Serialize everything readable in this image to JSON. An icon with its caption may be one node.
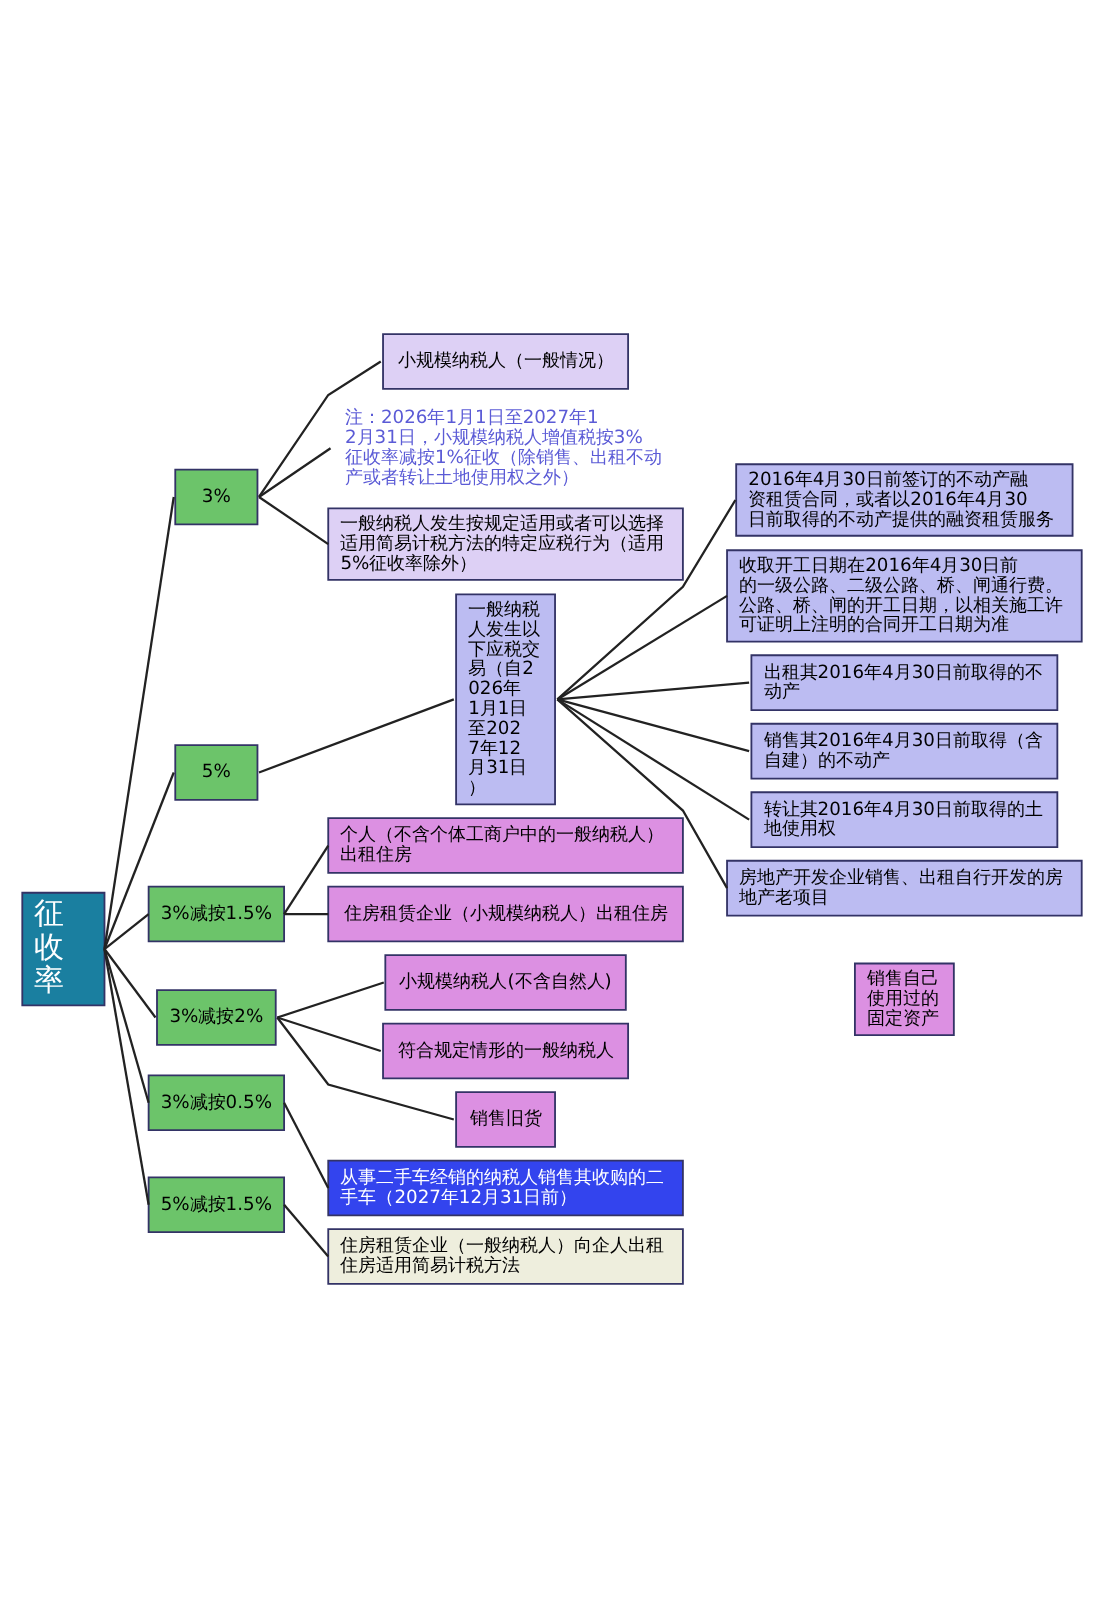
{
  "diagram": {
    "nodes": [
      {
        "text": [
          "征收率"
        ]
      },
      {
        "text": [
          "3%"
        ]
      },
      {
        "text": [
          "小规模纳税人（一般情况）"
        ]
      },
      {
        "text": [
          "注：2026年1月1日至2027年12月31日，小规模纳税人增值税按3%征收率减按1%征收（除销售、出租不动产或者转让土地使用权之外）"
        ]
      },
      {
        "text": [
          "一般纳税人发生按规定适用或者可以选择适用简易计税方法的特定应税行为（适用5%征收率除外）"
        ]
      },
      {
        "text": [
          "5%"
        ]
      },
      {
        "text": [
          "一般纳税人发生以下应税交易（自2026年1月1日至2027年12月31日）"
        ]
      },
      {
        "text": [
          "2016年4月30日前签订的不动产融资租赁合同，或者以2016年4月30日前取得的不动产提供的融资租赁服务"
        ]
      },
      {
        "text": [
          "收取开工日期在2016年4月30日前的一级公路、二级公路、桥、闸通行费。公路、桥、闸的开工日期，以相关施工许可证明上注明的合同开工日期为准"
        ]
      },
      {
        "text": [
          "出租其2016年4月30日前取得的不动产"
        ]
      },
      {
        "text": [
          "销售其2016年4月30日前取得（含自建）的不动产"
        ]
      },
      {
        "text": [
          "转让其2016年4月30日前取得的土地使用权"
        ]
      },
      {
        "text": [
          "房地产开发企业销售、出租自行开发的房地产老项目"
        ]
      },
      {
        "text": [
          "3%减按1.5%"
        ]
      },
      {
        "text": [
          "个人（不含个体工商户中的一般纳税人）出租住房"
        ]
      },
      {
        "text": [
          "住房租赁企业（小规模纳税人）出租住房"
        ]
      },
      {
        "text": [
          "3%减按2%"
        ]
      },
      {
        "text": [
          "小规模纳税人(不含自然人)"
        ]
      },
      {
        "text": [
          "符合规定情形的一般纳税人"
        ]
      },
      {
        "text": [
          "销售旧货"
        ]
      },
      {
        "text": [
          "销售自己使用过的固定资产"
        ]
      },
      {
        "text": [
          "3%减按0.5%"
        ]
      },
      {
        "text": [
          "从事二手车经销的纳税人销售其收购的二手车（2027年12月31日前）"
        ]
      },
      {
        "text": [
          "5%减按1.5%"
        ]
      },
      {
        "text": [
          "住房租赁企业（一般纳税人）向企人出租住房适用简易计税方法"
        ]
      }
    ],
    "edges": [
      {
        "from": 0,
        "to": 1,
        "arrow": "none"
      },
      {
        "from": 1,
        "to": 2,
        "arrow": "none"
      },
      {
        "from": 1,
        "to": 3,
        "arrow": "none"
      },
      {
        "from": 1,
        "to": 4,
        "arrow": "none"
      },
      {
        "from": 0,
        "to": 5,
        "arrow": "none"
      },
      {
        "from": 5,
        "to": 6,
        "arrow": "none"
      },
      {
        "from": 6,
        "to": 7,
        "arrow": "none"
      },
      {
        "from": 6,
        "to": 8,
        "arrow": "none"
      },
      {
        "from": 6,
        "to": 9,
        "arrow": "none"
      },
      {
        "from": 6,
        "to": 10,
        "arrow": "none"
      },
      {
        "from": 6,
        "to": 11,
        "arrow": "none"
      },
      {
        "from": 6,
        "to": 12,
        "arrow": "none"
      },
      {
        "from": 0,
        "to": 13,
        "arrow": "none"
      },
      {
        "from": 13,
        "to": 14,
        "arrow": "none"
      },
      {
        "from": 13,
        "to": 15,
        "arrow": "none"
      },
      {
        "from": 0,
        "to": 16,
        "arrow": "none"
      },
      {
        "from": 16,
        "to": 17,
        "arrow": "none"
      },
      {
        "from": 16,
        "to": 18,
        "arrow": "none"
      },
      {
        "from": 16,
        "to": 19,
        "arrow": "none"
      },
      {
        "from": 0,
        "to": 21,
        "arrow": "none"
      },
      {
        "from": 21,
        "to": 22,
        "arrow": "none"
      },
      {
        "from": 0,
        "to": 23,
        "arrow": "none"
      },
      {
        "from": 23,
        "to": 24,
        "arrow": "none"
      }
    ]
  }
}
